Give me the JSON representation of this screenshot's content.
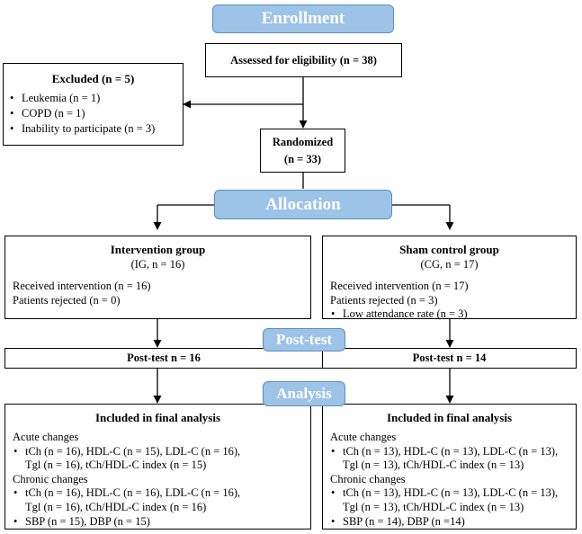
{
  "stages": {
    "enrollment": "Enrollment",
    "allocation": "Allocation",
    "post_test": "Post-test",
    "analysis": "Analysis"
  },
  "assessed": "Assessed for eligibility (n = 38)",
  "excluded": {
    "title": "Excluded (n = 5)",
    "items": [
      "Leukemia (n = 1)",
      "COPD (n = 1)",
      "Inability to participate (n = 3)"
    ]
  },
  "randomized": {
    "line1": "Randomized",
    "line2": "(n = 33)"
  },
  "intervention": {
    "title": "Intervention group",
    "subtitle": "(IG, n = 16)",
    "received": "Received intervention (n = 16)",
    "rejected": "Patients rejected (n = 0)"
  },
  "sham": {
    "title": "Sham control group",
    "subtitle": "(CG, n = 17)",
    "received": "Received intervention (n = 17)",
    "rejected": "Patients rejected (n = 3)",
    "reason": "Low attendance rate (n = 3)"
  },
  "posttest": {
    "left": "Post-test n = 16",
    "right": "Post-test n = 14"
  },
  "analysis_left": {
    "title": "Included in final analysis",
    "acute_label": "Acute changes",
    "acute_1": "tCh (n = 16), HDL-C (n = 15), LDL-C (n = 16),",
    "acute_2": "Tgl (n = 16), tCh/HDL-C index (n = 15)",
    "chronic_label": "Chronic changes",
    "chronic_1": "tCh (n = 16), HDL-C (n = 16), LDL-C (n = 16),",
    "chronic_2": "Tgl (n = 16), tCh/HDL-C index (n = 16)",
    "bp": "SBP (n = 15), DBP (n = 15)"
  },
  "analysis_right": {
    "title": "Included in final analysis",
    "acute_label": "Acute changes",
    "acute_1": "tCh (n = 13), HDL-C (n = 13), LDL-C (n = 13),",
    "acute_2": "Tgl (n = 13), tCh/HDL-C index (n = 13)",
    "chronic_label": "Chronic changes",
    "chronic_1": "tCh (n = 13), HDL-C (n = 13), LDL-C (n = 13),",
    "chronic_2": "Tgl (n = 13), tCh/HDL-C index (n = 13)",
    "bp": "SBP (n = 14), DBP (n =14)"
  }
}
